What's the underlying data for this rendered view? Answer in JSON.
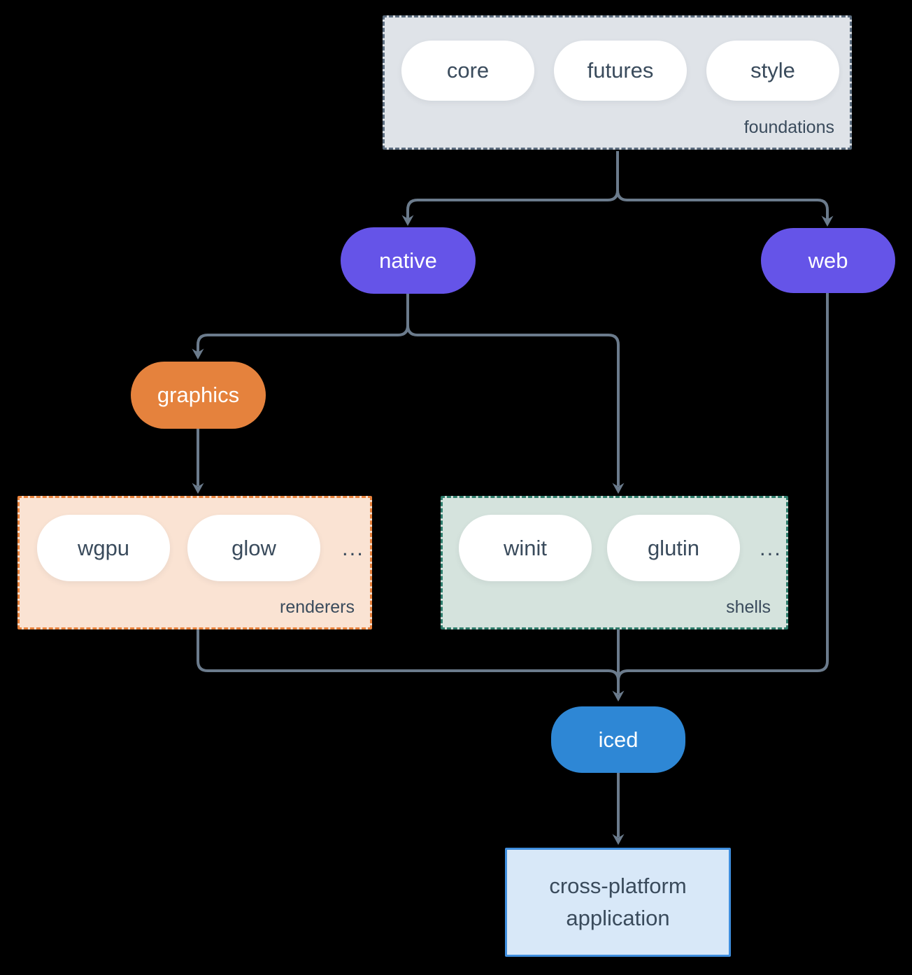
{
  "colors": {
    "background": "#000000",
    "edge_gray": "#6b7b8c",
    "purple_node": "#6554e8",
    "orange_node": "#e5823d",
    "blue_node": "#2e87d5",
    "foundations_fill": "#dfe3e8",
    "foundations_border": "#5b6c7e",
    "renderers_fill": "#fae3d3",
    "renderers_border": "#e8823c",
    "shells_fill": "#d5e3dd",
    "shells_border": "#2e7d6c",
    "application_fill": "#d8e8f8",
    "application_border": "#3f8ede",
    "dark_text": "#3a4b5c"
  },
  "foundations": {
    "label": "foundations",
    "pills": [
      "core",
      "futures",
      "style"
    ]
  },
  "native": {
    "label": "native"
  },
  "web": {
    "label": "web"
  },
  "graphics": {
    "label": "graphics"
  },
  "renderers": {
    "label": "renderers",
    "pills": [
      "wgpu",
      "glow"
    ],
    "ellipsis": "..."
  },
  "shells": {
    "label": "shells",
    "pills": [
      "winit",
      "glutin"
    ],
    "ellipsis": "..."
  },
  "iced": {
    "label": "iced"
  },
  "application": {
    "label": "cross-platform application"
  }
}
